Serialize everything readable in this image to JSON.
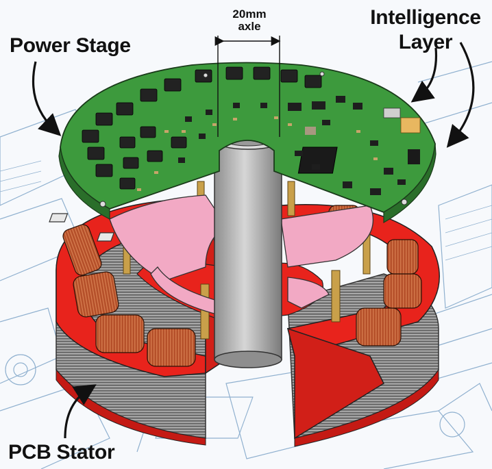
{
  "labels": {
    "power_stage": "Power Stage",
    "intelligence_line1": "Intelligence",
    "intelligence_line2": "Layer",
    "pcb_stator": "PCB Stator",
    "axle_size": "20mm",
    "axle_word": "axle"
  },
  "colors": {
    "pcb_green": "#3d9a3d",
    "stator_red": "#e8231c",
    "pink_plate": "#f2a9c4",
    "copper": "#b5502a",
    "axle_grey": "#b9b9b9",
    "laminations": "#8a8a8a",
    "blueprint": "#8fb0cf"
  }
}
